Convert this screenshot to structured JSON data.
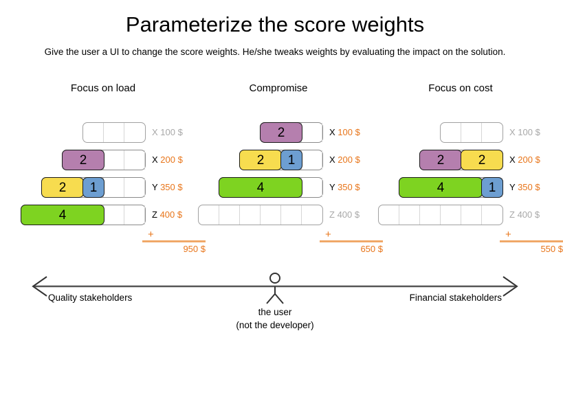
{
  "slide": {
    "title": "Parameterize the score weights",
    "subtitle": "Give the user a UI to change the score weights. He/she tweaks weights by evaluating the impact on the solution."
  },
  "colors": {
    "purple": "#b57fae",
    "yellow": "#f7dc4f",
    "blue": "#6d9ed1",
    "green": "#7ed321",
    "orange": "#e8751a",
    "muted": "#a8a8a8"
  },
  "scenarios": [
    {
      "title": "Focus on load",
      "sum_plus": "+",
      "sum_total": "950 $",
      "rows": [
        {
          "letter": "X",
          "price": "100 $",
          "muted": true,
          "cells": 3,
          "segments": []
        },
        {
          "letter": "X",
          "price": "200 $",
          "muted": false,
          "cells": 4,
          "segments": [
            {
              "value": "2",
              "color": "purple",
              "units": 2
            }
          ]
        },
        {
          "letter": "Y",
          "price": "350 $",
          "muted": false,
          "cells": 5,
          "segments": [
            {
              "value": "2",
              "color": "yellow",
              "units": 2
            },
            {
              "value": "1",
              "color": "blue",
              "units": 1
            }
          ]
        },
        {
          "letter": "Z",
          "price": "400 $",
          "muted": false,
          "cells": 6,
          "segments": [
            {
              "value": "4",
              "color": "green",
              "units": 4
            }
          ]
        }
      ]
    },
    {
      "title": "Compromise",
      "sum_plus": "+",
      "sum_total": "650 $",
      "rows": [
        {
          "letter": "X",
          "price": "100 $",
          "muted": false,
          "cells": 3,
          "segments": [
            {
              "value": "2",
              "color": "purple",
              "units": 2
            }
          ]
        },
        {
          "letter": "X",
          "price": "200 $",
          "muted": false,
          "cells": 4,
          "segments": [
            {
              "value": "2",
              "color": "yellow",
              "units": 2
            },
            {
              "value": "1",
              "color": "blue",
              "units": 1
            }
          ]
        },
        {
          "letter": "Y",
          "price": "350 $",
          "muted": false,
          "cells": 5,
          "segments": [
            {
              "value": "4",
              "color": "green",
              "units": 4
            }
          ]
        },
        {
          "letter": "Z",
          "price": "400 $",
          "muted": true,
          "cells": 6,
          "segments": []
        }
      ]
    },
    {
      "title": "Focus on cost",
      "sum_plus": "+",
      "sum_total": "550 $",
      "rows": [
        {
          "letter": "X",
          "price": "100 $",
          "muted": true,
          "cells": 3,
          "segments": []
        },
        {
          "letter": "X",
          "price": "200 $",
          "muted": false,
          "cells": 4,
          "segments": [
            {
              "value": "2",
              "color": "purple",
              "units": 2
            },
            {
              "value": "2",
              "color": "yellow",
              "units": 2
            }
          ]
        },
        {
          "letter": "Y",
          "price": "350 $",
          "muted": false,
          "cells": 5,
          "segments": [
            {
              "value": "4",
              "color": "green",
              "units": 4
            },
            {
              "value": "1",
              "color": "blue",
              "units": 1
            }
          ]
        },
        {
          "letter": "Z",
          "price": "400 $",
          "muted": true,
          "cells": 6,
          "segments": []
        }
      ]
    }
  ],
  "axis": {
    "left_label": "Quality stakeholders",
    "right_label": "Financial stakeholders",
    "user_caption_line1": "the user",
    "user_caption_line2": "(not the developer)"
  }
}
